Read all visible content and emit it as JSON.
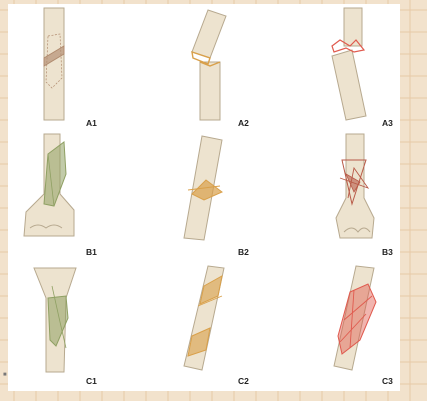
{
  "figure": {
    "panels": [
      {
        "id": "A1",
        "label": "A1",
        "fracture_color": "#b08a6e"
      },
      {
        "id": "A2",
        "label": "A2",
        "fracture_color": "#d9a04a"
      },
      {
        "id": "A3",
        "label": "A3",
        "fracture_color": "#e05a4e"
      },
      {
        "id": "B1",
        "label": "B1",
        "fracture_color": "#8fa063"
      },
      {
        "id": "B2",
        "label": "B2",
        "fracture_color": "#d9a04a"
      },
      {
        "id": "B3",
        "label": "B3",
        "fracture_color": "#b85a48"
      },
      {
        "id": "C1",
        "label": "C1",
        "fracture_color": "#8fa063"
      },
      {
        "id": "C2",
        "label": "C2",
        "fracture_color": "#d9a04a"
      },
      {
        "id": "C3",
        "label": "C3",
        "fracture_color": "#e05a4e"
      }
    ],
    "colors": {
      "bone_fill": "#ede3cf",
      "bone_stroke": "#b7a98f",
      "page_background": "#f2e2cc",
      "grid_line": "#e7c9a6"
    },
    "corner_mark": "■"
  }
}
